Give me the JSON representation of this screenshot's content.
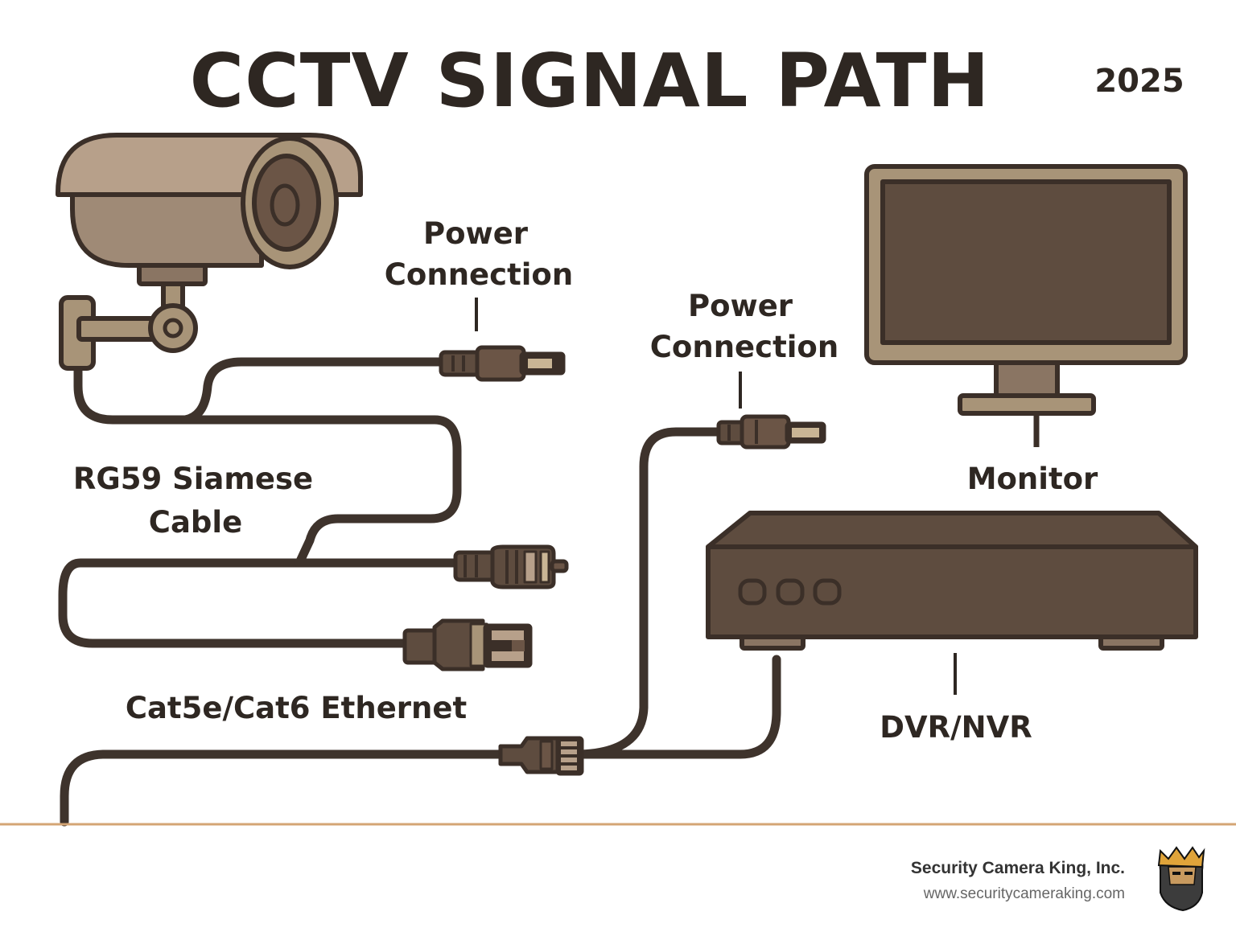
{
  "header": {
    "title": "CCTV SIGNAL PATH",
    "year": "2025"
  },
  "labels": {
    "camera_power": [
      "Power",
      "Connection"
    ],
    "rg59": [
      "RG59 Siamese",
      "Cable"
    ],
    "ethernet": "Cat5e/Cat6 Ethernet",
    "dvr_power": [
      "Power",
      "Connection"
    ],
    "monitor": "Monitor",
    "dvr": "DVR/NVR"
  },
  "components": [
    {
      "name": "Security Camera",
      "icon": "bullet-camera-icon"
    },
    {
      "name": "Power Connector (camera side)",
      "icon": "dc-power-plug-icon"
    },
    {
      "name": "BNC / RCA Video Connector",
      "icon": "bnc-plug-icon"
    },
    {
      "name": "RJ45 Connector",
      "icon": "rj45-plug-icon"
    },
    {
      "name": "Power Connector (recorder side)",
      "icon": "dc-power-plug-icon"
    },
    {
      "name": "Monitor",
      "icon": "monitor-icon"
    },
    {
      "name": "DVR/NVR",
      "icon": "dvr-icon"
    }
  ],
  "colors": {
    "outline": "#3b2f28",
    "cable": "#3e332c",
    "camera_light": "#b7a08a",
    "camera_mid": "#9f8a76",
    "dark_brown": "#5e4c3f",
    "tan": "#a89478",
    "accent_line": "#d4a574",
    "text": "#2e2722"
  },
  "footer": {
    "company": "Security Camera King, Inc.",
    "url": "www.securitycameraking.com",
    "logo": "king-logo-icon"
  }
}
